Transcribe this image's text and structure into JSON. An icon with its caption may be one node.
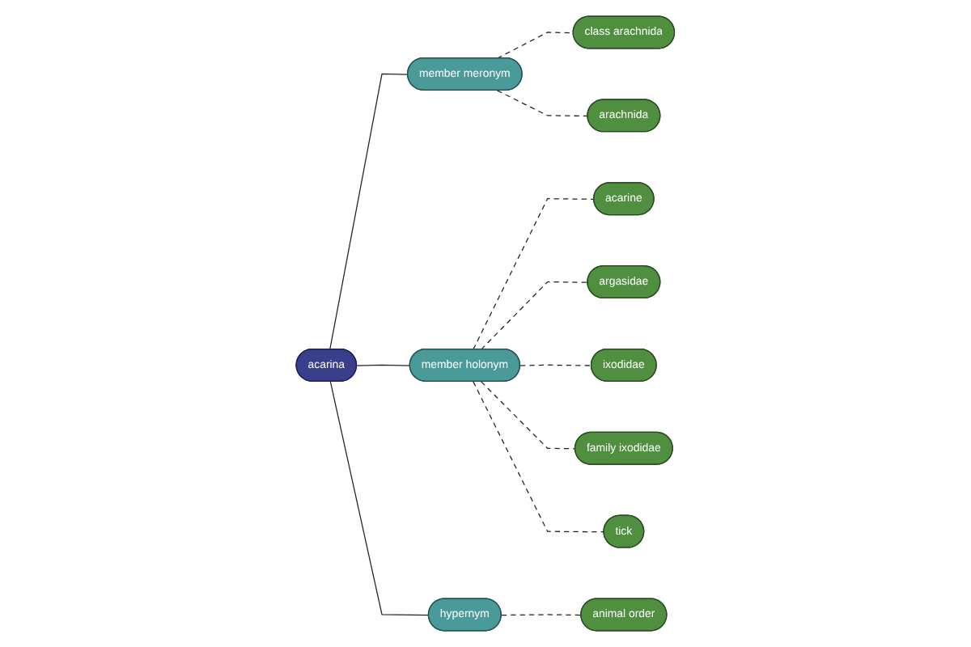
{
  "diagram": {
    "nodes": [
      {
        "text": [
          "class arachnida"
        ]
      },
      {
        "text": [
          "argasidae"
        ]
      },
      {
        "text": [
          "ixodidae"
        ]
      },
      {
        "text": [
          "acarine"
        ]
      },
      {
        "text": [
          "arachnida"
        ]
      },
      {
        "text": [
          "member meronym"
        ]
      },
      {
        "text": [
          "member holonym"
        ]
      },
      {
        "text": [
          "family ixodidae"
        ]
      },
      {
        "text": [
          "acarina"
        ]
      },
      {
        "text": [
          "tick"
        ]
      },
      {
        "text": [
          "hypernym"
        ]
      },
      {
        "text": [
          "animal order"
        ]
      }
    ],
    "edges": [
      {
        "from": 8,
        "to": 5,
        "arrow": "none"
      },
      {
        "from": 8,
        "to": 6,
        "arrow": "none"
      },
      {
        "from": 8,
        "to": 10,
        "arrow": "none"
      },
      {
        "from": 5,
        "to": 0,
        "arrow": "none",
        "style": "dashed"
      },
      {
        "from": 5,
        "to": 4,
        "arrow": "none",
        "style": "dashed"
      },
      {
        "from": 6,
        "to": 3,
        "arrow": "none",
        "style": "dashed"
      },
      {
        "from": 6,
        "to": 1,
        "arrow": "none",
        "style": "dashed"
      },
      {
        "from": 6,
        "to": 2,
        "arrow": "none",
        "style": "dashed"
      },
      {
        "from": 6,
        "to": 7,
        "arrow": "none",
        "style": "dashed"
      },
      {
        "from": 6,
        "to": 9,
        "arrow": "none",
        "style": "dashed"
      },
      {
        "from": 10,
        "to": 11,
        "arrow": "none",
        "style": "dashed"
      }
    ]
  }
}
